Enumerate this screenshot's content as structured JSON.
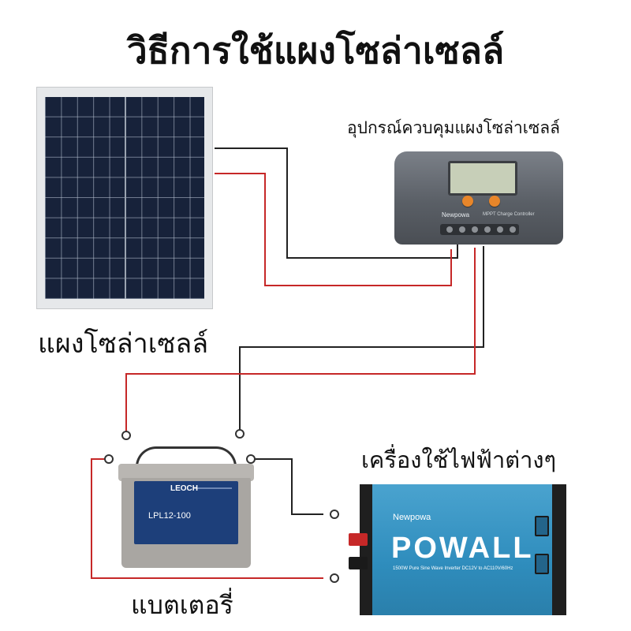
{
  "title": "วิธีการใช้แผงโซล่าเซลล์",
  "labels": {
    "solar_panel": "แผงโซล่าเซลล์",
    "charge_controller": "อุปกรณ์ควบคุมแผงโซล่าเซลล์",
    "battery": "แบตเตอรี่",
    "appliances": "เครื่องใช้ไฟฟ้าต่างๆ"
  },
  "device_text": {
    "controller_brand": "Newpowa",
    "controller_model": "MPPT Charge Controller",
    "battery_brand": "LEOCH",
    "battery_model": "LPL12-100",
    "inverter_brand": "Newpowa",
    "inverter_product": "POWALL",
    "inverter_spec": "1500W Pure Sine Wave Inverter  DC12V to AC110V/60Hz"
  },
  "wire_colors": {
    "positive": "#c62828",
    "negative": "#222222"
  },
  "components": {
    "panel_cell_color": "#17223a",
    "controller_color": "#5a5f66",
    "controller_knob_color": "#e8862a",
    "battery_label_color": "#1d3f7a",
    "inverter_color": "#2f8dbd"
  }
}
